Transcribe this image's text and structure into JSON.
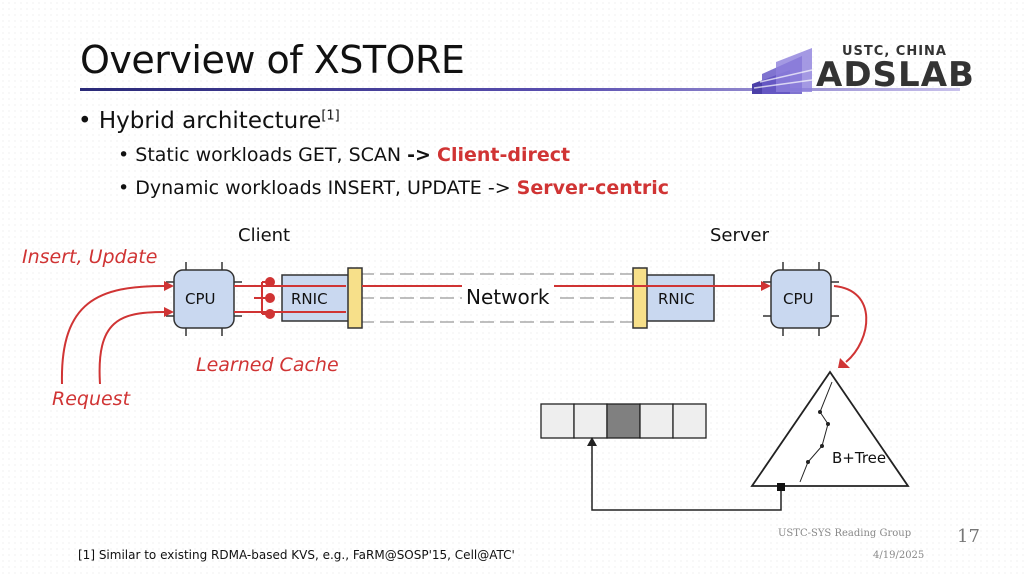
{
  "slide": {
    "title": "Overview of XSTORE",
    "logo": {
      "city": "USTC, CHINA",
      "name": "ADSLAB"
    },
    "bullets": {
      "main": "Hybrid architecture",
      "main_ref": "[1]",
      "sub1_prefix": "Static workloads GET, SCAN ",
      "sub1_arrow": "->",
      "sub1_emph": "Client-direct",
      "sub2_prefix": "Dynamic workloads INSERT, UPDATE -> ",
      "sub2_emph": "Server-centric"
    },
    "diagram": {
      "client_label": "Client",
      "server_label": "Server",
      "client_cpu": "CPU",
      "client_rnic": "RNIC",
      "network": "Network",
      "server_rnic": "RNIC",
      "server_cpu": "CPU",
      "insert_update": "Insert, Update",
      "learned_cache": "Learned Cache",
      "request": "Request",
      "btree": "B+Tree",
      "array_cells": 5,
      "highlighted_cell": 2
    },
    "footnote": "[1] Similar to existing RDMA-based KVS, e.g., FaRM@SOSP'15, Cell@ATC'",
    "footer_group": "USTC-SYS Reading Group",
    "footer_date": "4/19/2025",
    "page_number": "17",
    "colors": {
      "accent_red": "#d03434",
      "box_blue": "#c9d8f0",
      "rnic_gold": "#f7e08a"
    }
  }
}
